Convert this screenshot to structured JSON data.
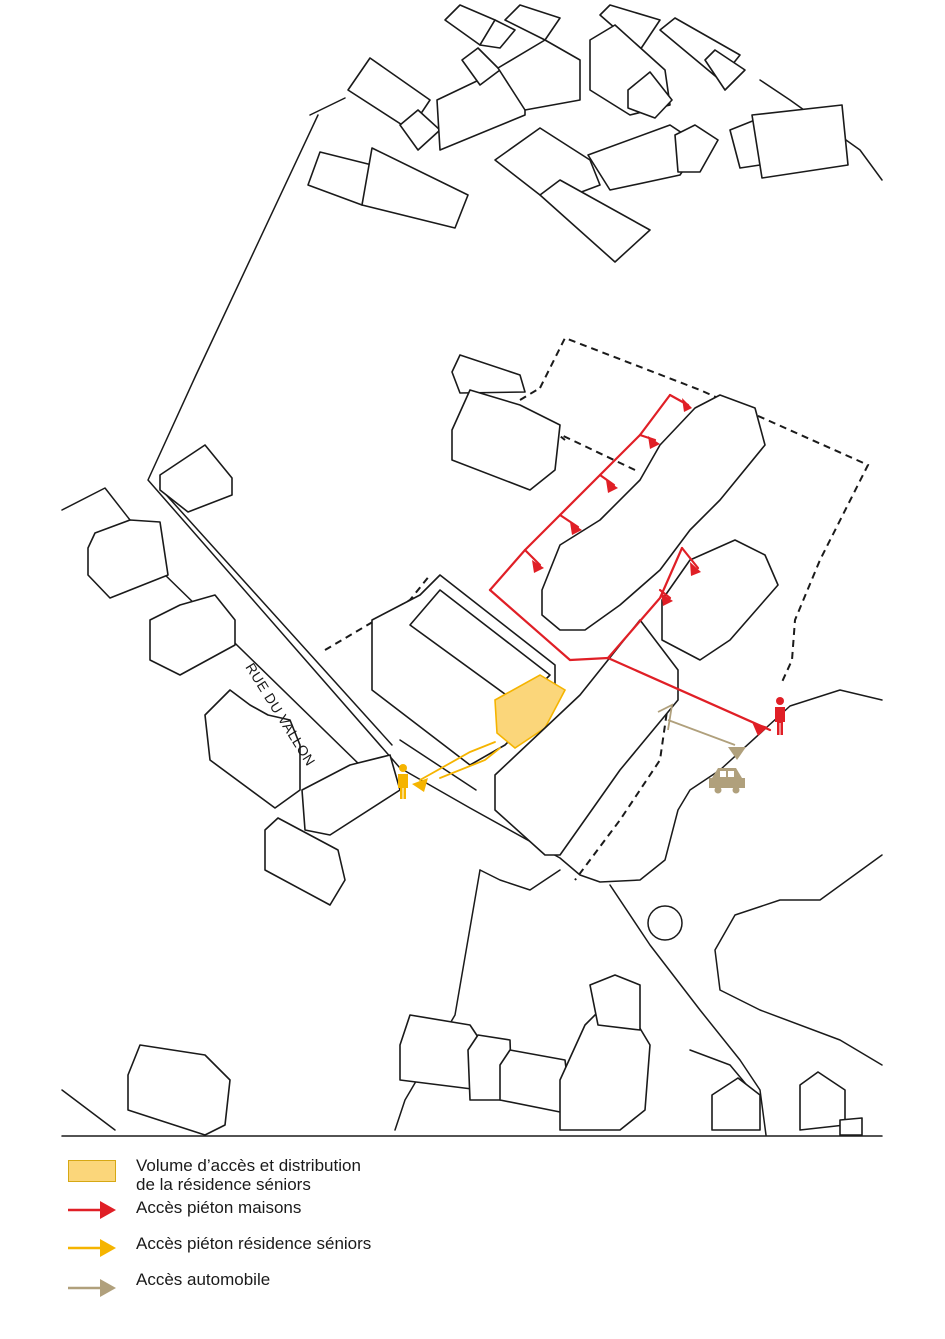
{
  "map": {
    "street_name": "RUE DU VALLON"
  },
  "colors": {
    "red": "#e01f26",
    "yellow": "#f5b400",
    "yellow_fill": "#fbd67a",
    "tan": "#b0a07c",
    "line": "#1a1a1a"
  },
  "legend": {
    "volume_line1": "Volume d’accès et distribution",
    "volume_line2": "de la résidence séniors",
    "pedestrian_houses": "Accès piéton maisons",
    "pedestrian_senior": "Accès piéton résidence séniors",
    "car_access": "Accès automobile"
  },
  "icons": {
    "pedestrian": "person-icon",
    "car": "car-icon",
    "arrow": "arrow-right-icon"
  }
}
